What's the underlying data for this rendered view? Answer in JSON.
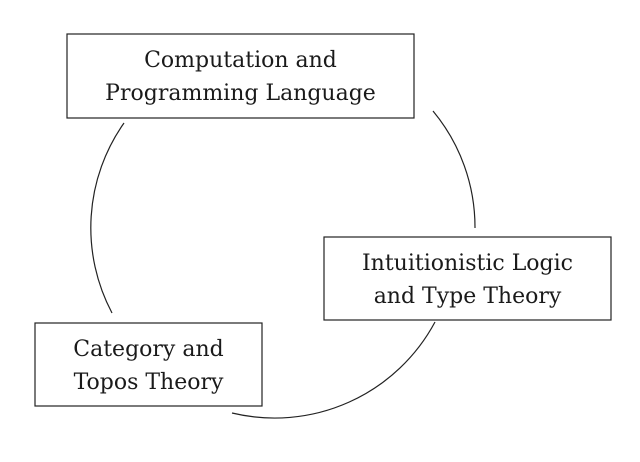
{
  "diagram": {
    "nodes": [
      {
        "id": "computation",
        "lines": [
          "Computation and",
          "Programming Language"
        ]
      },
      {
        "id": "logic",
        "lines": [
          "Intuitionistic Logic",
          "and Type Theory"
        ]
      },
      {
        "id": "category",
        "lines": [
          "Category and",
          "Topos Theory"
        ]
      }
    ]
  }
}
